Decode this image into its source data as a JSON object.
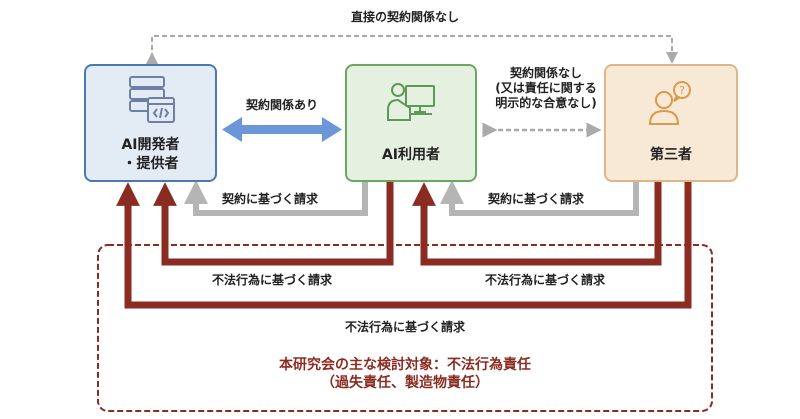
{
  "top_label": "直接の契約関係なし",
  "nodes": {
    "developer": {
      "line1": "AI開発者",
      "line2": "・提供者"
    },
    "user": {
      "title": "AI利用者"
    },
    "third": {
      "title": "第三者"
    }
  },
  "relations": {
    "contract": "契約関係あり",
    "no_contract": [
      "契約関係なし",
      "(又は責任に関する",
      "明示的な合意なし)"
    ]
  },
  "claims": {
    "contract_user": "契約に基づく請求",
    "contract_third": "契約に基づく請求",
    "tort_user": "不法行為に基づく請求",
    "tort_third_user": "不法行為に基づく請求",
    "tort_third_dev": "不法行為に基づく請求"
  },
  "scope": {
    "line1": "本研究会の主な検討対象：不法行為責任",
    "line2": "（過失責任、製造物責任）"
  },
  "colors": {
    "blue": "#6b97d8",
    "gray": "#b5b5b5",
    "red": "#8b2c22"
  }
}
